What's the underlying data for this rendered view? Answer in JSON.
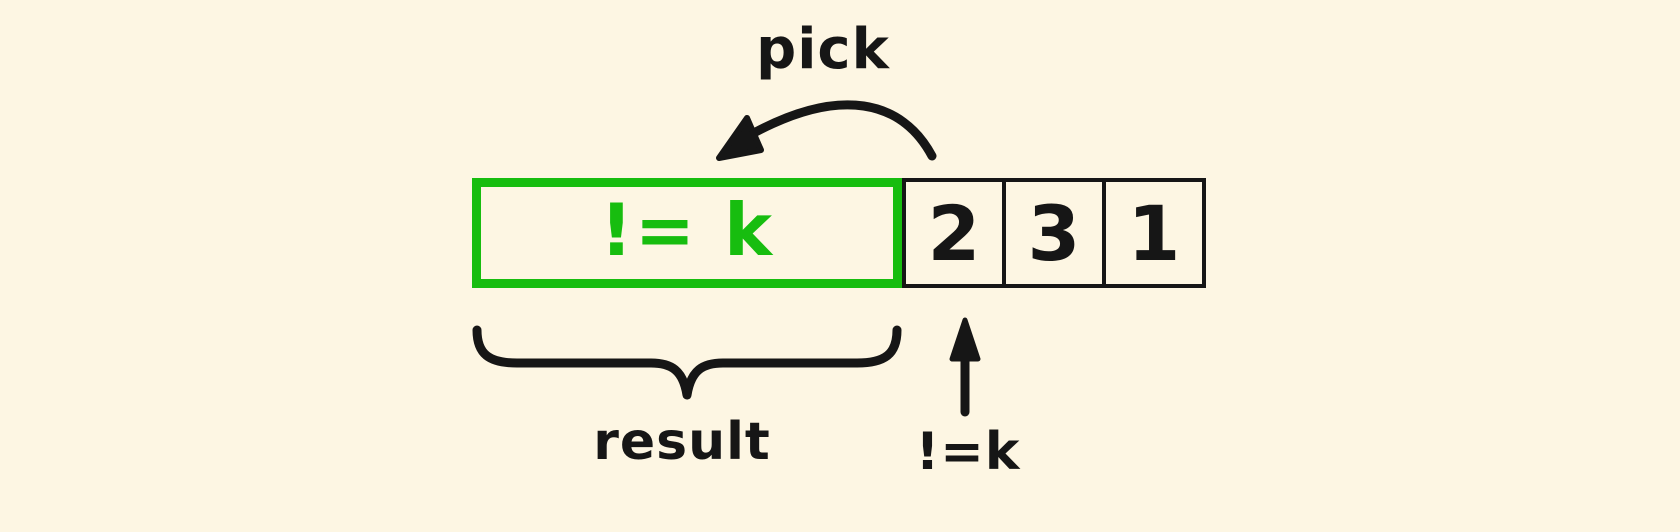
{
  "colors": {
    "bg": "#fdf6e3",
    "green": "#17bd0f",
    "ink": "#161616"
  },
  "diagram": {
    "pick_label": "pick",
    "result_box": {
      "label": "!= k"
    },
    "array_cells": [
      "2",
      "3",
      "1"
    ],
    "brace_label": "result",
    "pointer_label": "!=k"
  }
}
